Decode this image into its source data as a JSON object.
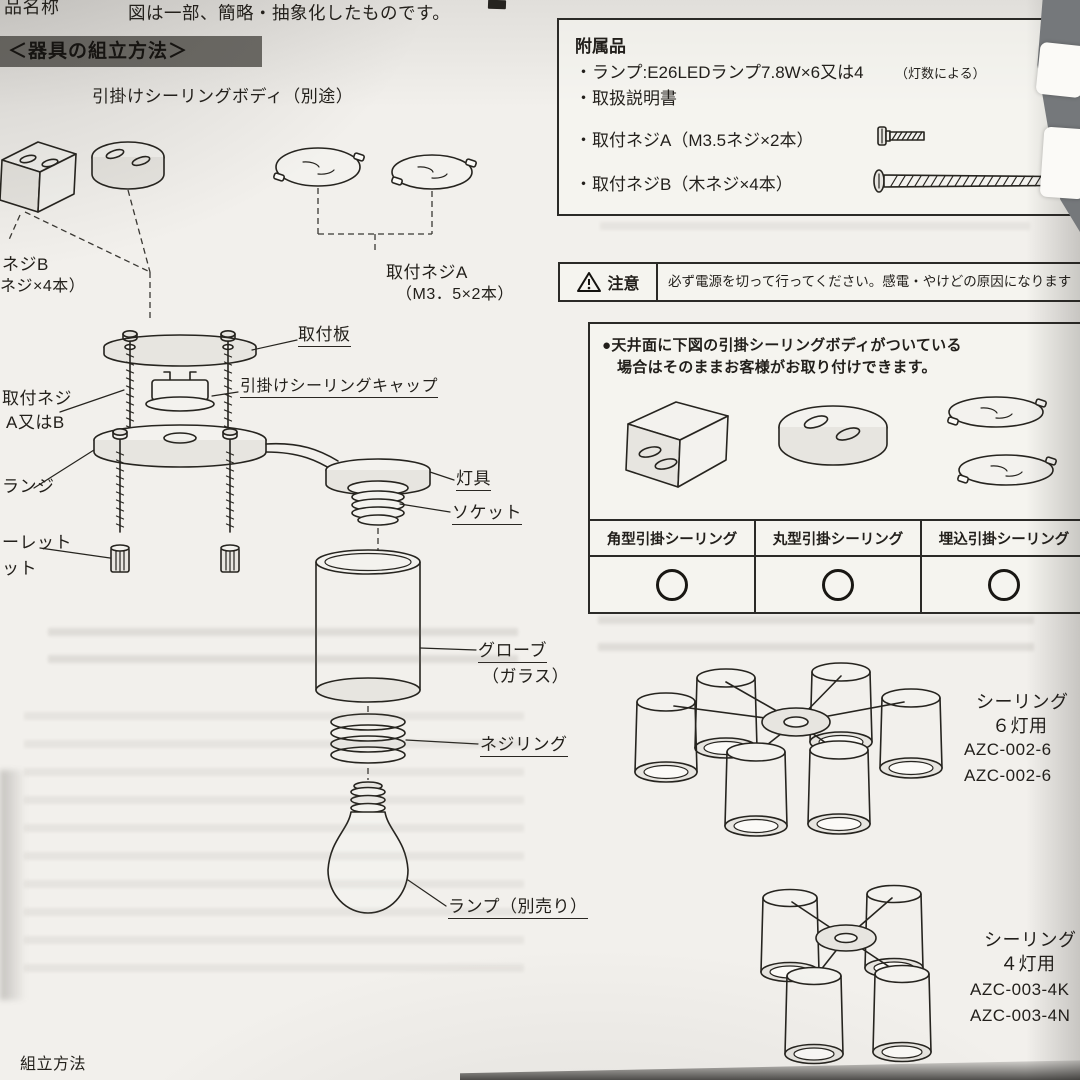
{
  "meta": {
    "top_fragment": "品名称",
    "top_note": "図は一部、簡略・抽象化したものです。",
    "section_title": "＜器具の組立方法＞",
    "bottom_label": "組立方法"
  },
  "diagram": {
    "ceiling_body_title": "引掛けシーリングボディ（別途）",
    "labels": {
      "screw_b_1": "ネジB",
      "screw_b_2": "ネジ×4本）",
      "screw_a_1": "取付ネジA",
      "screw_a_2": "（M3．5×2本）",
      "mount_plate": "取付板",
      "mount_screw_1": "取付ネジ",
      "mount_screw_2": "A又はB",
      "cap": "引掛けシーリングキャップ",
      "flange": "ランジ",
      "knurl_1": "ーレット",
      "knurl_2": "ット",
      "fixture": "灯具",
      "socket": "ソケット",
      "globe_1": "グローブ",
      "globe_2": "（ガラス）",
      "screw_ring": "ネジリング",
      "lamp": "ランプ（別売り）"
    }
  },
  "accessories": {
    "title": "附属品",
    "lamp_item": "・ランプ:E26LEDランプ7.8W×6又は4",
    "lamp_note": "（灯数による）",
    "manual_item": "・取扱説明書",
    "screw_a_item": "・取付ネジA（M3.5ネジ×2本）",
    "screw_b_item": "・取付ネジB（木ネジ×4本）"
  },
  "caution": {
    "label": "注意",
    "text": "必ず電源を切って行ってください。感電・やけどの原因になります"
  },
  "ceiling_compat": {
    "note_line1": "●天井面に下図の引掛シーリングボディがついている",
    "note_line2": "場合はそのままお客様がお取り付けできます。",
    "headers": [
      "角型引掛シーリング",
      "丸型引掛シーリング",
      "埋込引掛シーリング"
    ]
  },
  "products": {
    "six": {
      "name": "シーリング",
      "lights": "６灯用",
      "model1": "AZC-002-6",
      "model2": "AZC-002-6"
    },
    "four": {
      "name": "シーリング",
      "lights": "４灯用",
      "model1": "AZC-003-4K",
      "model2": "AZC-003-4N"
    }
  }
}
